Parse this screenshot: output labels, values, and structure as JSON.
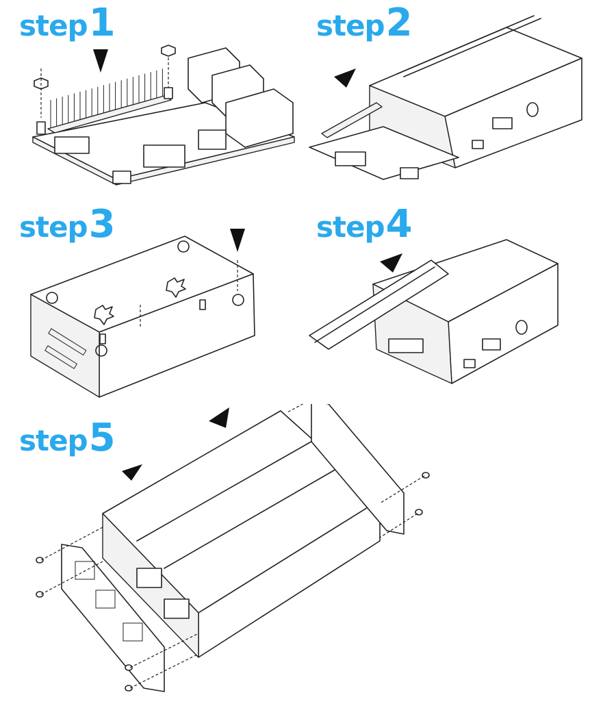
{
  "steps": [
    {
      "word": "step",
      "number": "1"
    },
    {
      "word": "step",
      "number": "2"
    },
    {
      "word": "step",
      "number": "3"
    },
    {
      "word": "step",
      "number": "4"
    },
    {
      "word": "step",
      "number": "5"
    }
  ],
  "colors": {
    "label": "#2aa9ec",
    "line": "#222222",
    "background": "#ffffff"
  }
}
